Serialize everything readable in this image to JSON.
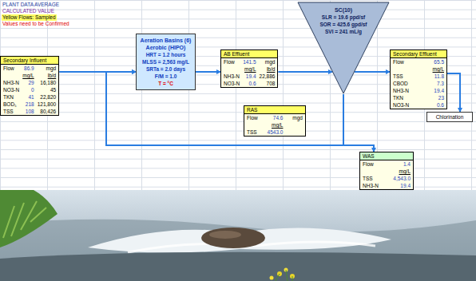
{
  "diagram": {
    "nodes": [
      {
        "text": [
          "Secondary Influent",
          "Flow",
          "86.9",
          "mgd",
          "mg/L",
          "lb/d",
          "NH3-N",
          "29",
          "16,180",
          "NO3-N",
          "0",
          "45",
          "TKN",
          "41",
          "22,820",
          "BOD₅",
          "218",
          "121,800",
          "TSS",
          "108",
          "80,426"
        ]
      },
      {
        "text": [
          "Aeration Basins (6)",
          "Aerobic (HIPO)",
          "HRT = 1.2 hours",
          "MLSS = 2,563 mg/L",
          "SRTa = 2.0 days",
          "F/M = 1.0",
          "T = °C"
        ]
      },
      {
        "text": [
          "AB Effluent",
          "Flow",
          "141.5",
          "mgd",
          "mg/L",
          "lb/d",
          "NH3-N",
          "19.4",
          "22,886",
          "NO3-N",
          "0.6",
          "708"
        ]
      },
      {
        "text": [
          "SC(10)",
          "SLR = 19.6 ppd/sf",
          "SOR = 425.6 gpd/sf",
          "SVI = 241 mL/g"
        ]
      },
      {
        "text": [
          "RAS",
          "Flow",
          "74.6",
          "mgd",
          "mg/L",
          "TSS",
          "4543.0"
        ]
      },
      {
        "text": [
          "Secondary Effluent",
          "Flow",
          "65.5",
          "mg/L",
          "TSS",
          "11.8",
          "CBOD",
          "7.3",
          "NH3-N",
          "19.4",
          "TKN",
          "23",
          "NO3-N",
          "0.6"
        ]
      },
      {
        "text": [
          "Chlorination"
        ]
      },
      {
        "text": [
          "WAS",
          "Flow",
          "1.4",
          "mg/L",
          "TSS",
          "4,543.0",
          "NH3-N",
          "19.4"
        ]
      }
    ],
    "edges": [
      {
        "from": 0,
        "to": 1,
        "arrow": "to"
      },
      {
        "from": 1,
        "to": 2,
        "arrow": "to"
      },
      {
        "from": 2,
        "to": 3,
        "arrow": "to"
      },
      {
        "from": 3,
        "to": 5,
        "arrow": "to"
      },
      {
        "from": 5,
        "to": 6,
        "arrow": "to"
      },
      {
        "from": 3,
        "to": 7,
        "arrow": "to"
      },
      {
        "from": 3,
        "to": 1,
        "arrow": "to"
      }
    ],
    "labels": [
      "PLANT DATA AVERAGE",
      "CALCULATED VALUE",
      "Yellow Flows: Sampled",
      "Values need to be Confirmed"
    ]
  }
}
